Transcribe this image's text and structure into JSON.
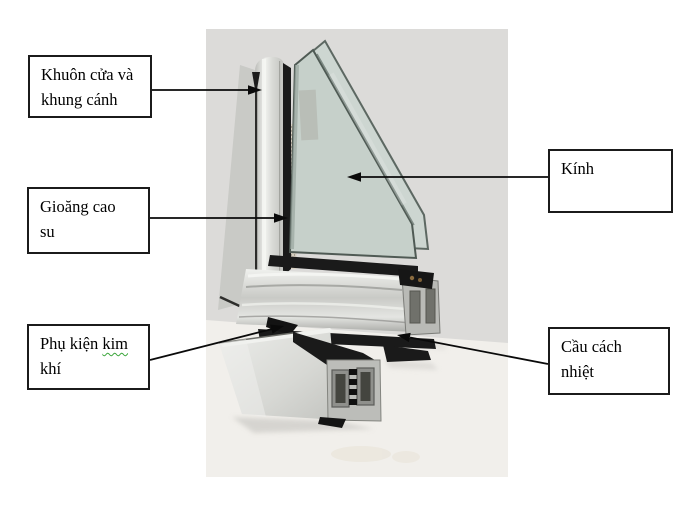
{
  "labels": {
    "frame": {
      "text": "Khuôn cửa và\nkhung cánh"
    },
    "rubber_gasket": {
      "text": "Gioăng cao\nsu"
    },
    "hardware": {
      "pre": "Phụ kiện ",
      "misspell_marked": "kim",
      "post": "\nkhí"
    },
    "glass": {
      "text": "Kính"
    },
    "thermal_break": {
      "text": "Cầu cách\nnhiệt"
    }
  },
  "figure": {
    "colors": {
      "wall": "#dcdbd9",
      "floor": "#f1efeb",
      "aluminum": "#cbccc8",
      "aluminum_bright": "#eef0ec",
      "glass": "#c6d0ca",
      "glass_edge": "#55605a",
      "gasket_black": "#1a1a1a",
      "screw_bronze": "#8a6b3f",
      "spellcheck_green": "#3aa53a",
      "arrow": "#0a0a0a",
      "box_border": "#1b1b1b"
    }
  }
}
